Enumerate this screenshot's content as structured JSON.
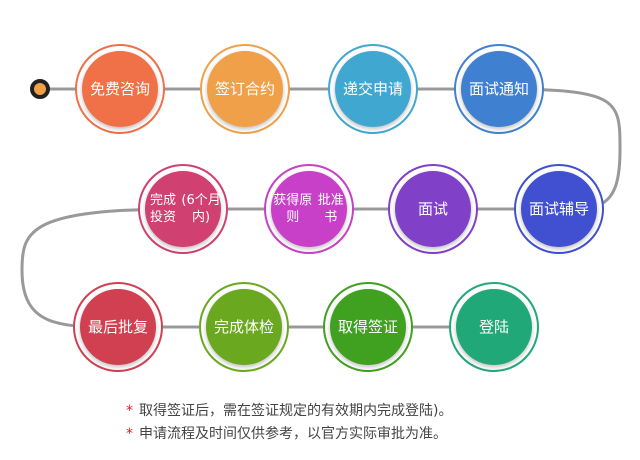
{
  "steps": [
    {
      "line1": "免费",
      "line2": "咨询",
      "color": "#f07048"
    },
    {
      "line1": "签订",
      "line2": "合约",
      "color": "#f0a048"
    },
    {
      "line1": "递交",
      "line2": "申请",
      "color": "#40a8d0"
    },
    {
      "line1": "面试",
      "line2": "通知",
      "color": "#4080d0"
    },
    {
      "line1": "面试",
      "line2": "辅导",
      "color": "#4050d0"
    },
    {
      "line1": "面试",
      "line2": "",
      "color": "#8040c8"
    },
    {
      "line1": "获得原则",
      "line2": "批准书",
      "color": "#c840c8"
    },
    {
      "line1": "完成投资",
      "line2": "(6个月内)",
      "color": "#d04070"
    },
    {
      "line1": "最后",
      "line2": "批复",
      "color": "#d04050"
    },
    {
      "line1": "完成",
      "line2": "体检",
      "color": "#6aa820"
    },
    {
      "line1": "取得",
      "line2": "签证",
      "color": "#40a020"
    },
    {
      "line1": "登陆",
      "line2": "",
      "color": "#20a878"
    }
  ],
  "notes": [
    "取得签证后，需在签证规定的有效期内完成登陆)。",
    "申请流程及时间仅供参考，以官方实际审批为准。"
  ],
  "note_marker": "*"
}
